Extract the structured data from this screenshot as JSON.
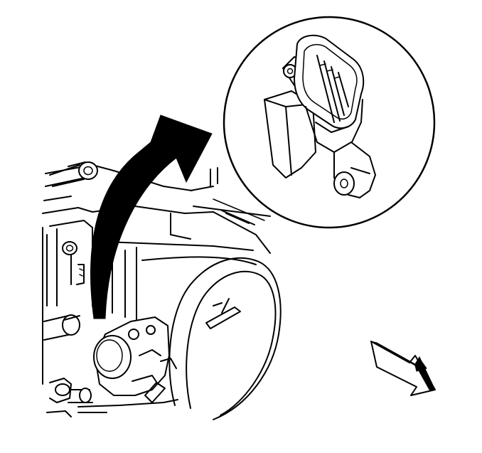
{
  "diagram": {
    "background": "#ffffff",
    "ink": "#000000",
    "parts": {
      "throttle_body": "throttle-body",
      "sensor": "throttle-position-sensor",
      "detail_view": "sensor-detail-callout",
      "pointer": "curved-pointer-arrow",
      "direction": "forward-direction-arrow"
    }
  }
}
